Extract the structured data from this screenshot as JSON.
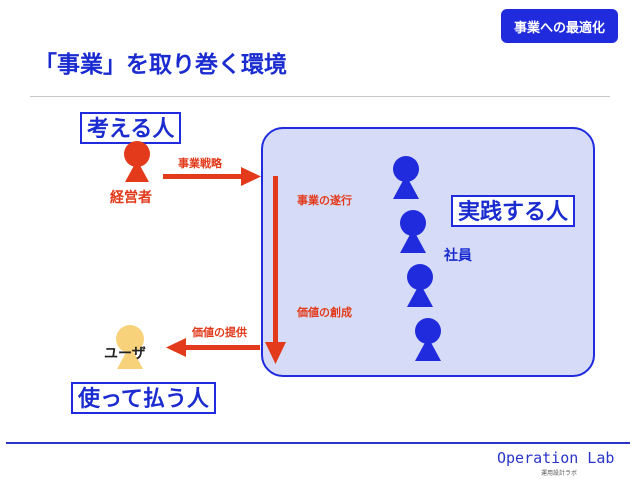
{
  "header": {
    "tag": "事業への最適化",
    "title": "「事業」を取り巻く環境"
  },
  "roles": {
    "thinker": "考える人",
    "doer": "実践する人",
    "payer": "使って払う人"
  },
  "people": {
    "manager": "経営者",
    "staff": "社員",
    "user": "ユーザ"
  },
  "flows": {
    "strategy": "事業戦略",
    "execution": "事業の遂行",
    "value_creation": "価値の創成",
    "value_delivery": "価値の提供"
  },
  "footer": {
    "brand": "Operation Lab",
    "brand_sub": "運用設計ラボ"
  },
  "colors": {
    "blue": "#1f2bdc",
    "red": "#e23a1a",
    "panel": "#d6dcf8",
    "user": "#f7d27a"
  }
}
